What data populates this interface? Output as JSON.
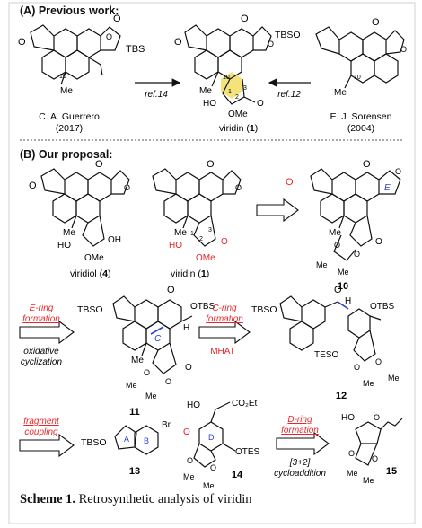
{
  "sections": {
    "a_header": "(A) Previous work:",
    "b_header": "(B) Our proposal:"
  },
  "caption": {
    "label": "Scheme 1.",
    "text": " Retrosynthetic analysis of viridin"
  },
  "part_a": {
    "left": {
      "author": "C. A. Guerrero",
      "year": "(2017)",
      "ref": "ref.14"
    },
    "center": {
      "name": "viridin (",
      "number": "1",
      "close": ")"
    },
    "right": {
      "author": "E. J. Sorensen",
      "year": "(2004)",
      "ref": "ref.12"
    },
    "labels": {
      "tbs": "TBS",
      "tbso": "TBSO",
      "o": "O",
      "me": "Me",
      "ho": "HO",
      "ome": "OMe",
      "c10": "10",
      "c1": "1",
      "c2": "2",
      "c3": "3"
    }
  },
  "part_b": {
    "viridiol": {
      "name": "viridiol (",
      "number": "4",
      "close": ")"
    },
    "viridin": {
      "name": "viridin (",
      "number": "1",
      "close": ")"
    },
    "compound_10": "10",
    "compound_11": "11",
    "compound_12": "12",
    "compound_13": "13",
    "compound_14": "14",
    "compound_15": "15",
    "arrows": {
      "e_ring": [
        "E-ring",
        "formation"
      ],
      "oxidative": [
        "oxidative",
        "cyclization"
      ],
      "c_ring": [
        "C-ring",
        "formation"
      ],
      "mhat": "MHAT",
      "fragment": [
        "fragment",
        "coupling"
      ],
      "d_ring": [
        "D-ring",
        "formation"
      ],
      "cycloaddition": [
        "[3+2]",
        "cycloaddition"
      ]
    },
    "labels": {
      "o": "O",
      "ho": "HO",
      "oh": "OH",
      "me": "Me",
      "ome": "OMe",
      "h": "H",
      "otbs": "OTBS",
      "tbso": "TBSO",
      "teso": "TESO",
      "otes": "OTES",
      "br": "Br",
      "co2et": "CO₂Et",
      "ring_a": "A",
      "ring_b": "B",
      "ring_c": "C",
      "ring_d": "D",
      "ring_e": "E",
      "c1": "1",
      "c2": "2",
      "c3": "3"
    }
  },
  "colors": {
    "red": "#e8262a",
    "blue": "#2a3fcf",
    "yellow": "#f3e37a",
    "ink": "#111111"
  }
}
